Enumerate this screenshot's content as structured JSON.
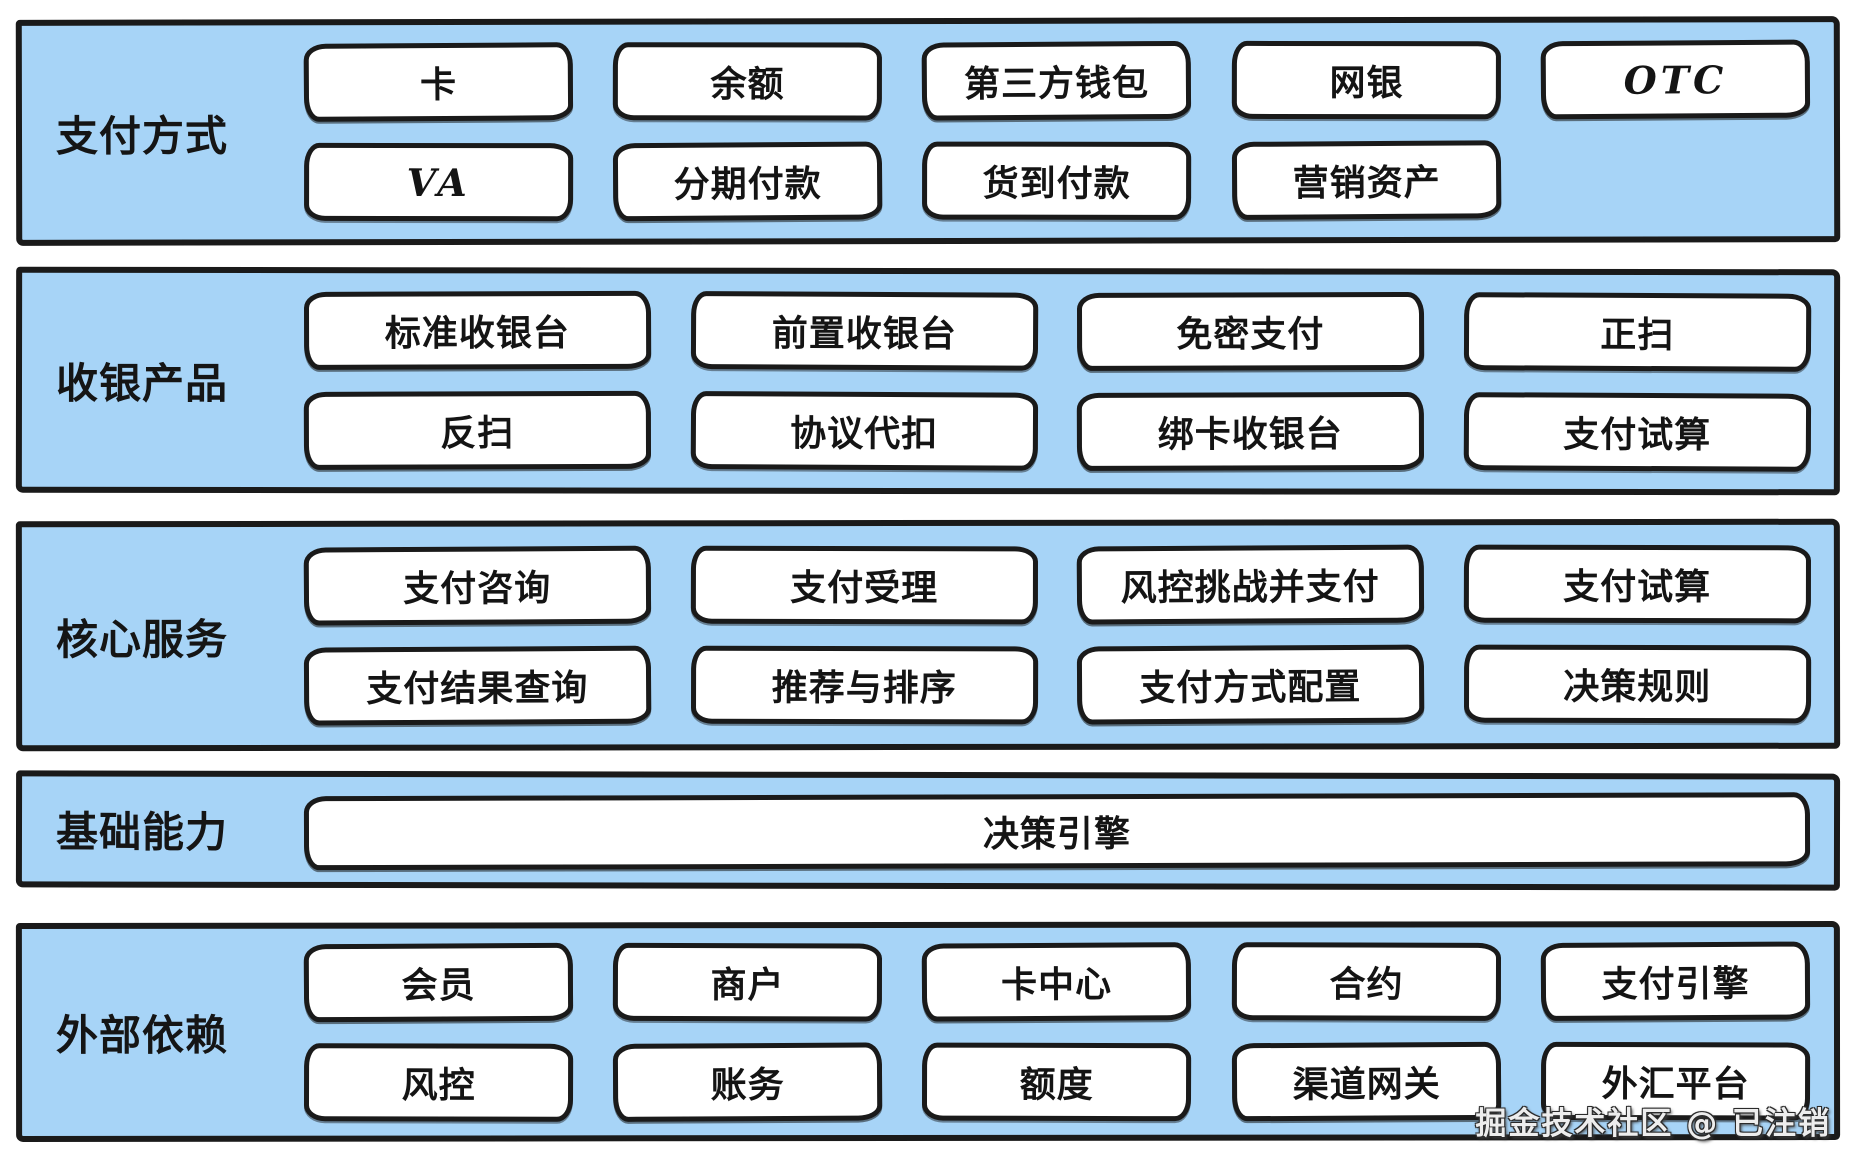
{
  "colors": {
    "band_bg": "#a7d4f7",
    "box_bg": "#ffffff",
    "stroke": "#1a1a1a"
  },
  "watermark": "掘金技术社区 @ 已注销",
  "bands": [
    {
      "label": "支付方式",
      "rows": [
        [
          "卡",
          "余额",
          "第三方钱包",
          "网银",
          "OTC"
        ],
        [
          "VA",
          "分期付款",
          "货到付款",
          "营销资产"
        ]
      ]
    },
    {
      "label": "收银产品",
      "rows": [
        [
          "标准收银台",
          "前置收银台",
          "免密支付",
          "正扫"
        ],
        [
          "反扫",
          "协议代扣",
          "绑卡收银台",
          "支付试算"
        ]
      ]
    },
    {
      "label": "核心服务",
      "rows": [
        [
          "支付咨询",
          "支付受理",
          "风控挑战并支付",
          "支付试算"
        ],
        [
          "支付结果查询",
          "推荐与排序",
          "支付方式配置",
          "决策规则"
        ]
      ]
    },
    {
      "label": "基础能力",
      "rows": [
        [
          "决策引擎"
        ]
      ]
    },
    {
      "label": "外部依赖",
      "rows": [
        [
          "会员",
          "商户",
          "卡中心",
          "合约",
          "支付引擎"
        ],
        [
          "风控",
          "账务",
          "额度",
          "渠道网关",
          "外汇平台"
        ]
      ]
    }
  ]
}
